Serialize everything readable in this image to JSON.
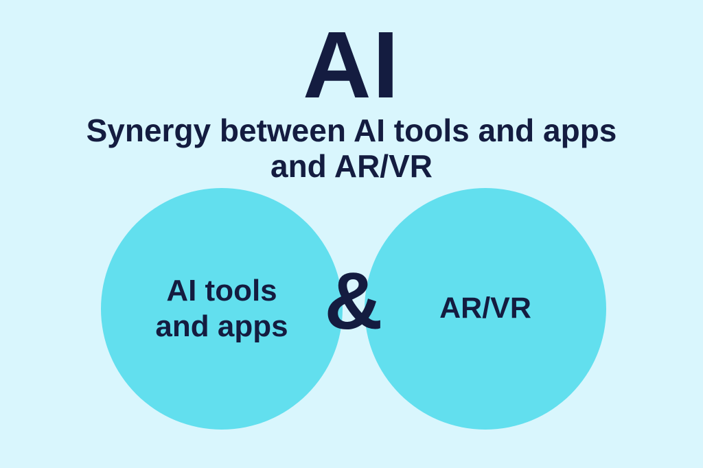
{
  "header": {
    "title": "AI",
    "subtitle_line1": "Synergy between AI tools and apps",
    "subtitle_line2": "and AR/VR"
  },
  "venn": {
    "connector": "&",
    "left_circle": {
      "label_line1": "AI tools",
      "label_line2": "and apps"
    },
    "right_circle": {
      "label": "AR/VR"
    }
  },
  "colors": {
    "background": "#d9f6fd",
    "circle": "#62dfee",
    "text": "#141c40"
  }
}
